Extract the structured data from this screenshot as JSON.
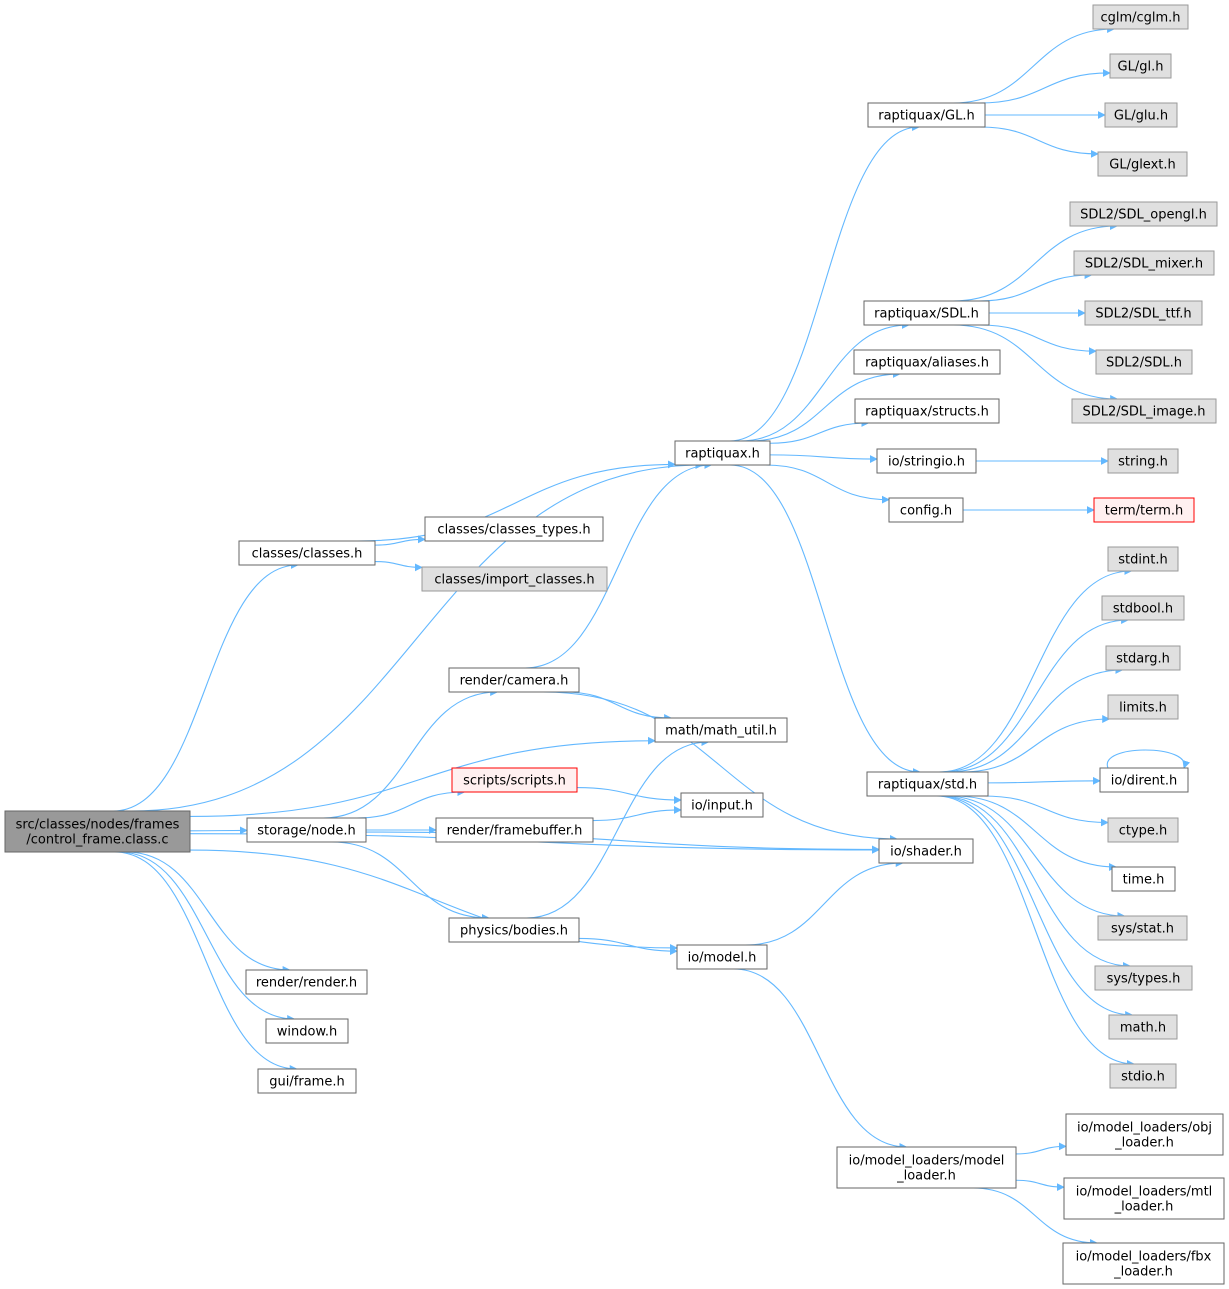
{
  "graph": {
    "nodes": [
      {
        "id": "src",
        "lines": [
          "src/classes/nodes/frames",
          "/control_frame.class.c"
        ],
        "style": "root"
      },
      {
        "id": "raptiquax_h",
        "lines": [
          "raptiquax.h"
        ],
        "style": "normal"
      },
      {
        "id": "classes_h",
        "lines": [
          "classes/classes.h"
        ],
        "style": "normal"
      },
      {
        "id": "classes_types",
        "lines": [
          "classes/classes_types.h"
        ],
        "style": "normal"
      },
      {
        "id": "import_classes",
        "lines": [
          "classes/import_classes.h"
        ],
        "style": "missing"
      },
      {
        "id": "camera",
        "lines": [
          "render/camera.h"
        ],
        "style": "normal"
      },
      {
        "id": "math_util",
        "lines": [
          "math/math_util.h"
        ],
        "style": "normal"
      },
      {
        "id": "scripts",
        "lines": [
          "scripts/scripts.h"
        ],
        "style": "error"
      },
      {
        "id": "input",
        "lines": [
          "io/input.h"
        ],
        "style": "normal"
      },
      {
        "id": "storage_node",
        "lines": [
          "storage/node.h"
        ],
        "style": "normal"
      },
      {
        "id": "framebuffer",
        "lines": [
          "render/framebuffer.h"
        ],
        "style": "normal"
      },
      {
        "id": "shader",
        "lines": [
          "io/shader.h"
        ],
        "style": "normal"
      },
      {
        "id": "bodies",
        "lines": [
          "physics/bodies.h"
        ],
        "style": "normal"
      },
      {
        "id": "model",
        "lines": [
          "io/model.h"
        ],
        "style": "normal"
      },
      {
        "id": "render_h",
        "lines": [
          "render/render.h"
        ],
        "style": "normal"
      },
      {
        "id": "window",
        "lines": [
          "window.h"
        ],
        "style": "normal"
      },
      {
        "id": "gui_frame",
        "lines": [
          "gui/frame.h"
        ],
        "style": "normal"
      },
      {
        "id": "rgl",
        "lines": [
          "raptiquax/GL.h"
        ],
        "style": "normal"
      },
      {
        "id": "cglm",
        "lines": [
          "cglm/cglm.h"
        ],
        "style": "missing"
      },
      {
        "id": "gl",
        "lines": [
          "GL/gl.h"
        ],
        "style": "missing"
      },
      {
        "id": "glu",
        "lines": [
          "GL/glu.h"
        ],
        "style": "missing"
      },
      {
        "id": "glext",
        "lines": [
          "GL/glext.h"
        ],
        "style": "missing"
      },
      {
        "id": "rsdl",
        "lines": [
          "raptiquax/SDL.h"
        ],
        "style": "normal"
      },
      {
        "id": "sdl_opengl",
        "lines": [
          "SDL2/SDL_opengl.h"
        ],
        "style": "missing"
      },
      {
        "id": "sdl_mixer",
        "lines": [
          "SDL2/SDL_mixer.h"
        ],
        "style": "missing"
      },
      {
        "id": "sdl_ttf",
        "lines": [
          "SDL2/SDL_ttf.h"
        ],
        "style": "missing"
      },
      {
        "id": "sdl",
        "lines": [
          "SDL2/SDL.h"
        ],
        "style": "missing"
      },
      {
        "id": "sdl_image",
        "lines": [
          "SDL2/SDL_image.h"
        ],
        "style": "missing"
      },
      {
        "id": "aliases",
        "lines": [
          "raptiquax/aliases.h"
        ],
        "style": "normal"
      },
      {
        "id": "structs",
        "lines": [
          "raptiquax/structs.h"
        ],
        "style": "normal"
      },
      {
        "id": "stringio",
        "lines": [
          "io/stringio.h"
        ],
        "style": "normal"
      },
      {
        "id": "string",
        "lines": [
          "string.h"
        ],
        "style": "missing"
      },
      {
        "id": "config",
        "lines": [
          "config.h"
        ],
        "style": "normal"
      },
      {
        "id": "term",
        "lines": [
          "term/term.h"
        ],
        "style": "error"
      },
      {
        "id": "rstd",
        "lines": [
          "raptiquax/std.h"
        ],
        "style": "normal"
      },
      {
        "id": "stdint",
        "lines": [
          "stdint.h"
        ],
        "style": "missing"
      },
      {
        "id": "stdbool",
        "lines": [
          "stdbool.h"
        ],
        "style": "missing"
      },
      {
        "id": "stdarg",
        "lines": [
          "stdarg.h"
        ],
        "style": "missing"
      },
      {
        "id": "limits",
        "lines": [
          "limits.h"
        ],
        "style": "missing"
      },
      {
        "id": "dirent",
        "lines": [
          "io/dirent.h"
        ],
        "style": "normal"
      },
      {
        "id": "ctype",
        "lines": [
          "ctype.h"
        ],
        "style": "missing"
      },
      {
        "id": "time",
        "lines": [
          "time.h"
        ],
        "style": "normal"
      },
      {
        "id": "sys_stat",
        "lines": [
          "sys/stat.h"
        ],
        "style": "missing"
      },
      {
        "id": "sys_types",
        "lines": [
          "sys/types.h"
        ],
        "style": "missing"
      },
      {
        "id": "math",
        "lines": [
          "math.h"
        ],
        "style": "missing"
      },
      {
        "id": "stdio",
        "lines": [
          "stdio.h"
        ],
        "style": "missing"
      },
      {
        "id": "model_loader",
        "lines": [
          "io/model_loaders/model",
          "_loader.h"
        ],
        "style": "normal"
      },
      {
        "id": "obj_loader",
        "lines": [
          "io/model_loaders/obj",
          "_loader.h"
        ],
        "style": "normal"
      },
      {
        "id": "mtl_loader",
        "lines": [
          "io/model_loaders/mtl",
          "_loader.h"
        ],
        "style": "normal"
      },
      {
        "id": "fbx_loader",
        "lines": [
          "io/model_loaders/fbx",
          "_loader.h"
        ],
        "style": "normal"
      }
    ],
    "edges": [
      [
        "src",
        "raptiquax_h"
      ],
      [
        "src",
        "classes_h"
      ],
      [
        "src",
        "shader"
      ],
      [
        "src",
        "math_util"
      ],
      [
        "src",
        "storage_node"
      ],
      [
        "src",
        "model"
      ],
      [
        "src",
        "render_h"
      ],
      [
        "src",
        "window"
      ],
      [
        "src",
        "gui_frame"
      ],
      [
        "classes_h",
        "raptiquax_h"
      ],
      [
        "classes_h",
        "classes_types"
      ],
      [
        "classes_h",
        "import_classes"
      ],
      [
        "camera",
        "raptiquax_h"
      ],
      [
        "camera",
        "math_util"
      ],
      [
        "camera",
        "shader"
      ],
      [
        "storage_node",
        "camera"
      ],
      [
        "storage_node",
        "scripts"
      ],
      [
        "storage_node",
        "framebuffer"
      ],
      [
        "storage_node",
        "shader"
      ],
      [
        "storage_node",
        "bodies"
      ],
      [
        "scripts",
        "input"
      ],
      [
        "framebuffer",
        "input"
      ],
      [
        "bodies",
        "math_util"
      ],
      [
        "bodies",
        "model"
      ],
      [
        "model",
        "shader"
      ],
      [
        "model",
        "model_loader"
      ],
      [
        "raptiquax_h",
        "rgl"
      ],
      [
        "raptiquax_h",
        "rsdl"
      ],
      [
        "raptiquax_h",
        "aliases"
      ],
      [
        "raptiquax_h",
        "structs"
      ],
      [
        "raptiquax_h",
        "stringio"
      ],
      [
        "raptiquax_h",
        "config"
      ],
      [
        "raptiquax_h",
        "rstd"
      ],
      [
        "rgl",
        "cglm"
      ],
      [
        "rgl",
        "gl"
      ],
      [
        "rgl",
        "glu"
      ],
      [
        "rgl",
        "glext"
      ],
      [
        "rsdl",
        "sdl_opengl"
      ],
      [
        "rsdl",
        "sdl_mixer"
      ],
      [
        "rsdl",
        "sdl_ttf"
      ],
      [
        "rsdl",
        "sdl"
      ],
      [
        "rsdl",
        "sdl_image"
      ],
      [
        "stringio",
        "string"
      ],
      [
        "config",
        "term"
      ],
      [
        "rstd",
        "stdint"
      ],
      [
        "rstd",
        "stdbool"
      ],
      [
        "rstd",
        "stdarg"
      ],
      [
        "rstd",
        "limits"
      ],
      [
        "rstd",
        "dirent"
      ],
      [
        "rstd",
        "ctype"
      ],
      [
        "rstd",
        "time"
      ],
      [
        "rstd",
        "sys_stat"
      ],
      [
        "rstd",
        "sys_types"
      ],
      [
        "rstd",
        "math"
      ],
      [
        "rstd",
        "stdio"
      ],
      [
        "dirent",
        "dirent"
      ],
      [
        "model_loader",
        "obj_loader"
      ],
      [
        "model_loader",
        "mtl_loader"
      ],
      [
        "model_loader",
        "fbx_loader"
      ]
    ]
  },
  "colors": {
    "edge": "#63b8ff",
    "normal_fill": "#ffffff",
    "normal_stroke": "#666666",
    "root_fill": "#999999",
    "root_stroke": "#666666",
    "missing_fill": "#e0e0e0",
    "missing_stroke": "#999999",
    "error_fill": "#fff0f0",
    "error_stroke": "#ff0000"
  }
}
